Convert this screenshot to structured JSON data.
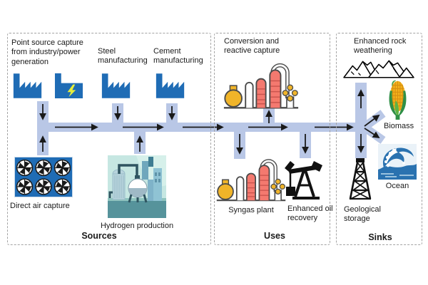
{
  "colors": {
    "pipe": "#b9c7e6",
    "arrow": "#1a1a1a",
    "factory": "#1f6cb5",
    "bolt": "#e8ee3b",
    "column_red": "#f4796f",
    "column_red_line": "#c9534d",
    "tank_yellow": "#f0b429",
    "outline": "#4a4a4a",
    "border": "#a3a3a3"
  },
  "sections": {
    "sources": {
      "label": "Sources",
      "point_source": "Point source capture from industry/power generation",
      "steel": "Steel manufacturing",
      "cement": "Cement manufacturing",
      "dac": "Direct air capture",
      "hydrogen": "Hydrogen production"
    },
    "uses": {
      "label": "Uses",
      "conversion": "Conversion and reactive capture",
      "syngas": "Syngas plant",
      "eor": "Enhanced oil recovery"
    },
    "sinks": {
      "label": "Sinks",
      "rock": "Enhanced rock weathering",
      "biomass": "Biomass",
      "ocean": "Ocean",
      "geological": "Geological storage"
    }
  }
}
